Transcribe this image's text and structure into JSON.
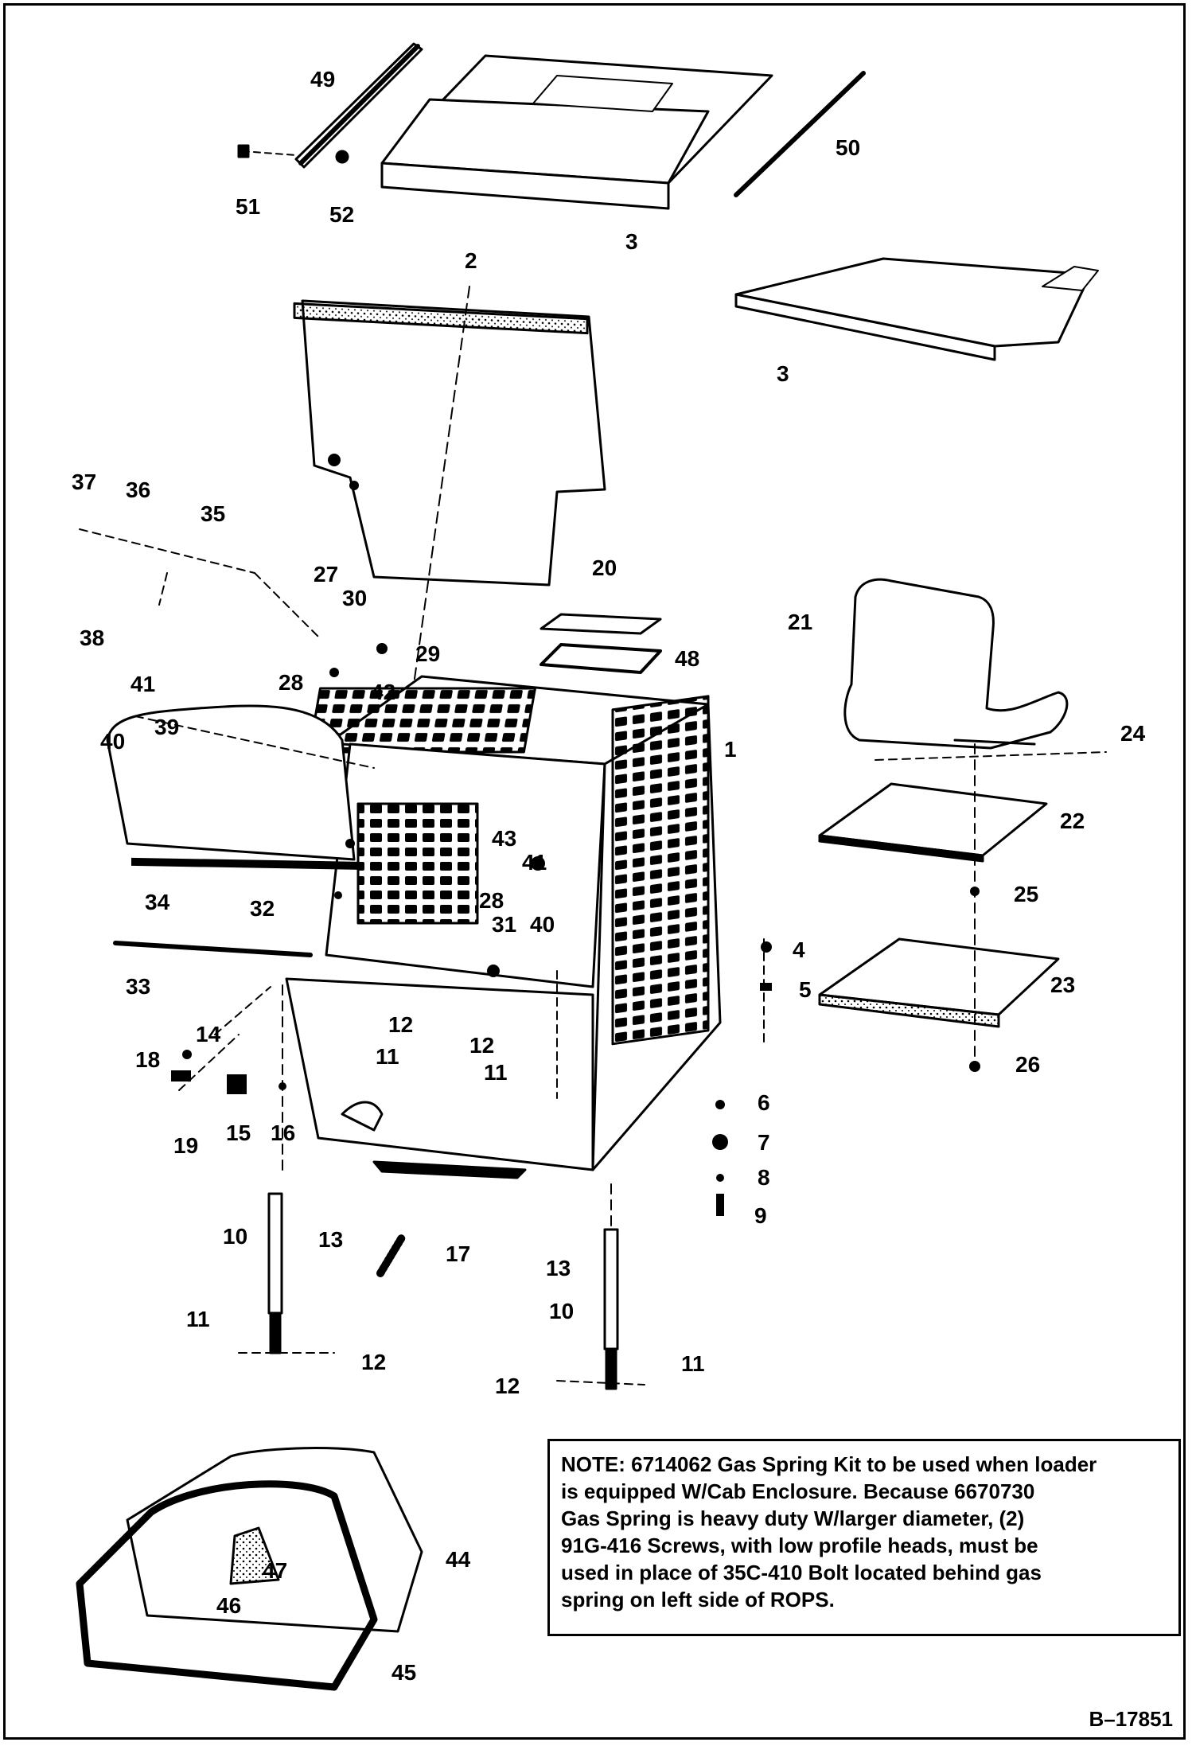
{
  "diagram": {
    "drawing_id": "B–17851",
    "note_lines": [
      "NOTE: 6714062 Gas Spring Kit to be used when loader",
      "is equipped W/Cab Enclosure. Because 6670730",
      "Gas Spring is heavy duty W/larger diameter, (2)",
      "91G-416 Screws, with low profile heads, must be",
      "used in place of 35C-410 Bolt located behind gas",
      "spring on left side of ROPS."
    ],
    "callouts": [
      "49",
      "50",
      "51",
      "52",
      "3",
      "3",
      "2",
      "37",
      "36",
      "35",
      "38",
      "27",
      "30",
      "29",
      "28",
      "20",
      "48",
      "21",
      "24",
      "41",
      "40",
      "39",
      "42",
      "1",
      "43",
      "41",
      "28",
      "40",
      "22",
      "25",
      "23",
      "26",
      "34",
      "32",
      "31",
      "33",
      "14",
      "12",
      "11",
      "12",
      "11",
      "4",
      "5",
      "18",
      "19",
      "15",
      "16",
      "6",
      "7",
      "8",
      "9",
      "10",
      "13",
      "17",
      "13",
      "10",
      "11",
      "12",
      "12",
      "11",
      "44",
      "45",
      "46",
      "47"
    ]
  },
  "colors": {
    "ink": "#000000",
    "paper": "#ffffff",
    "tone": "#555555"
  },
  "icons": [
    "exploded-parts-diagram"
  ]
}
